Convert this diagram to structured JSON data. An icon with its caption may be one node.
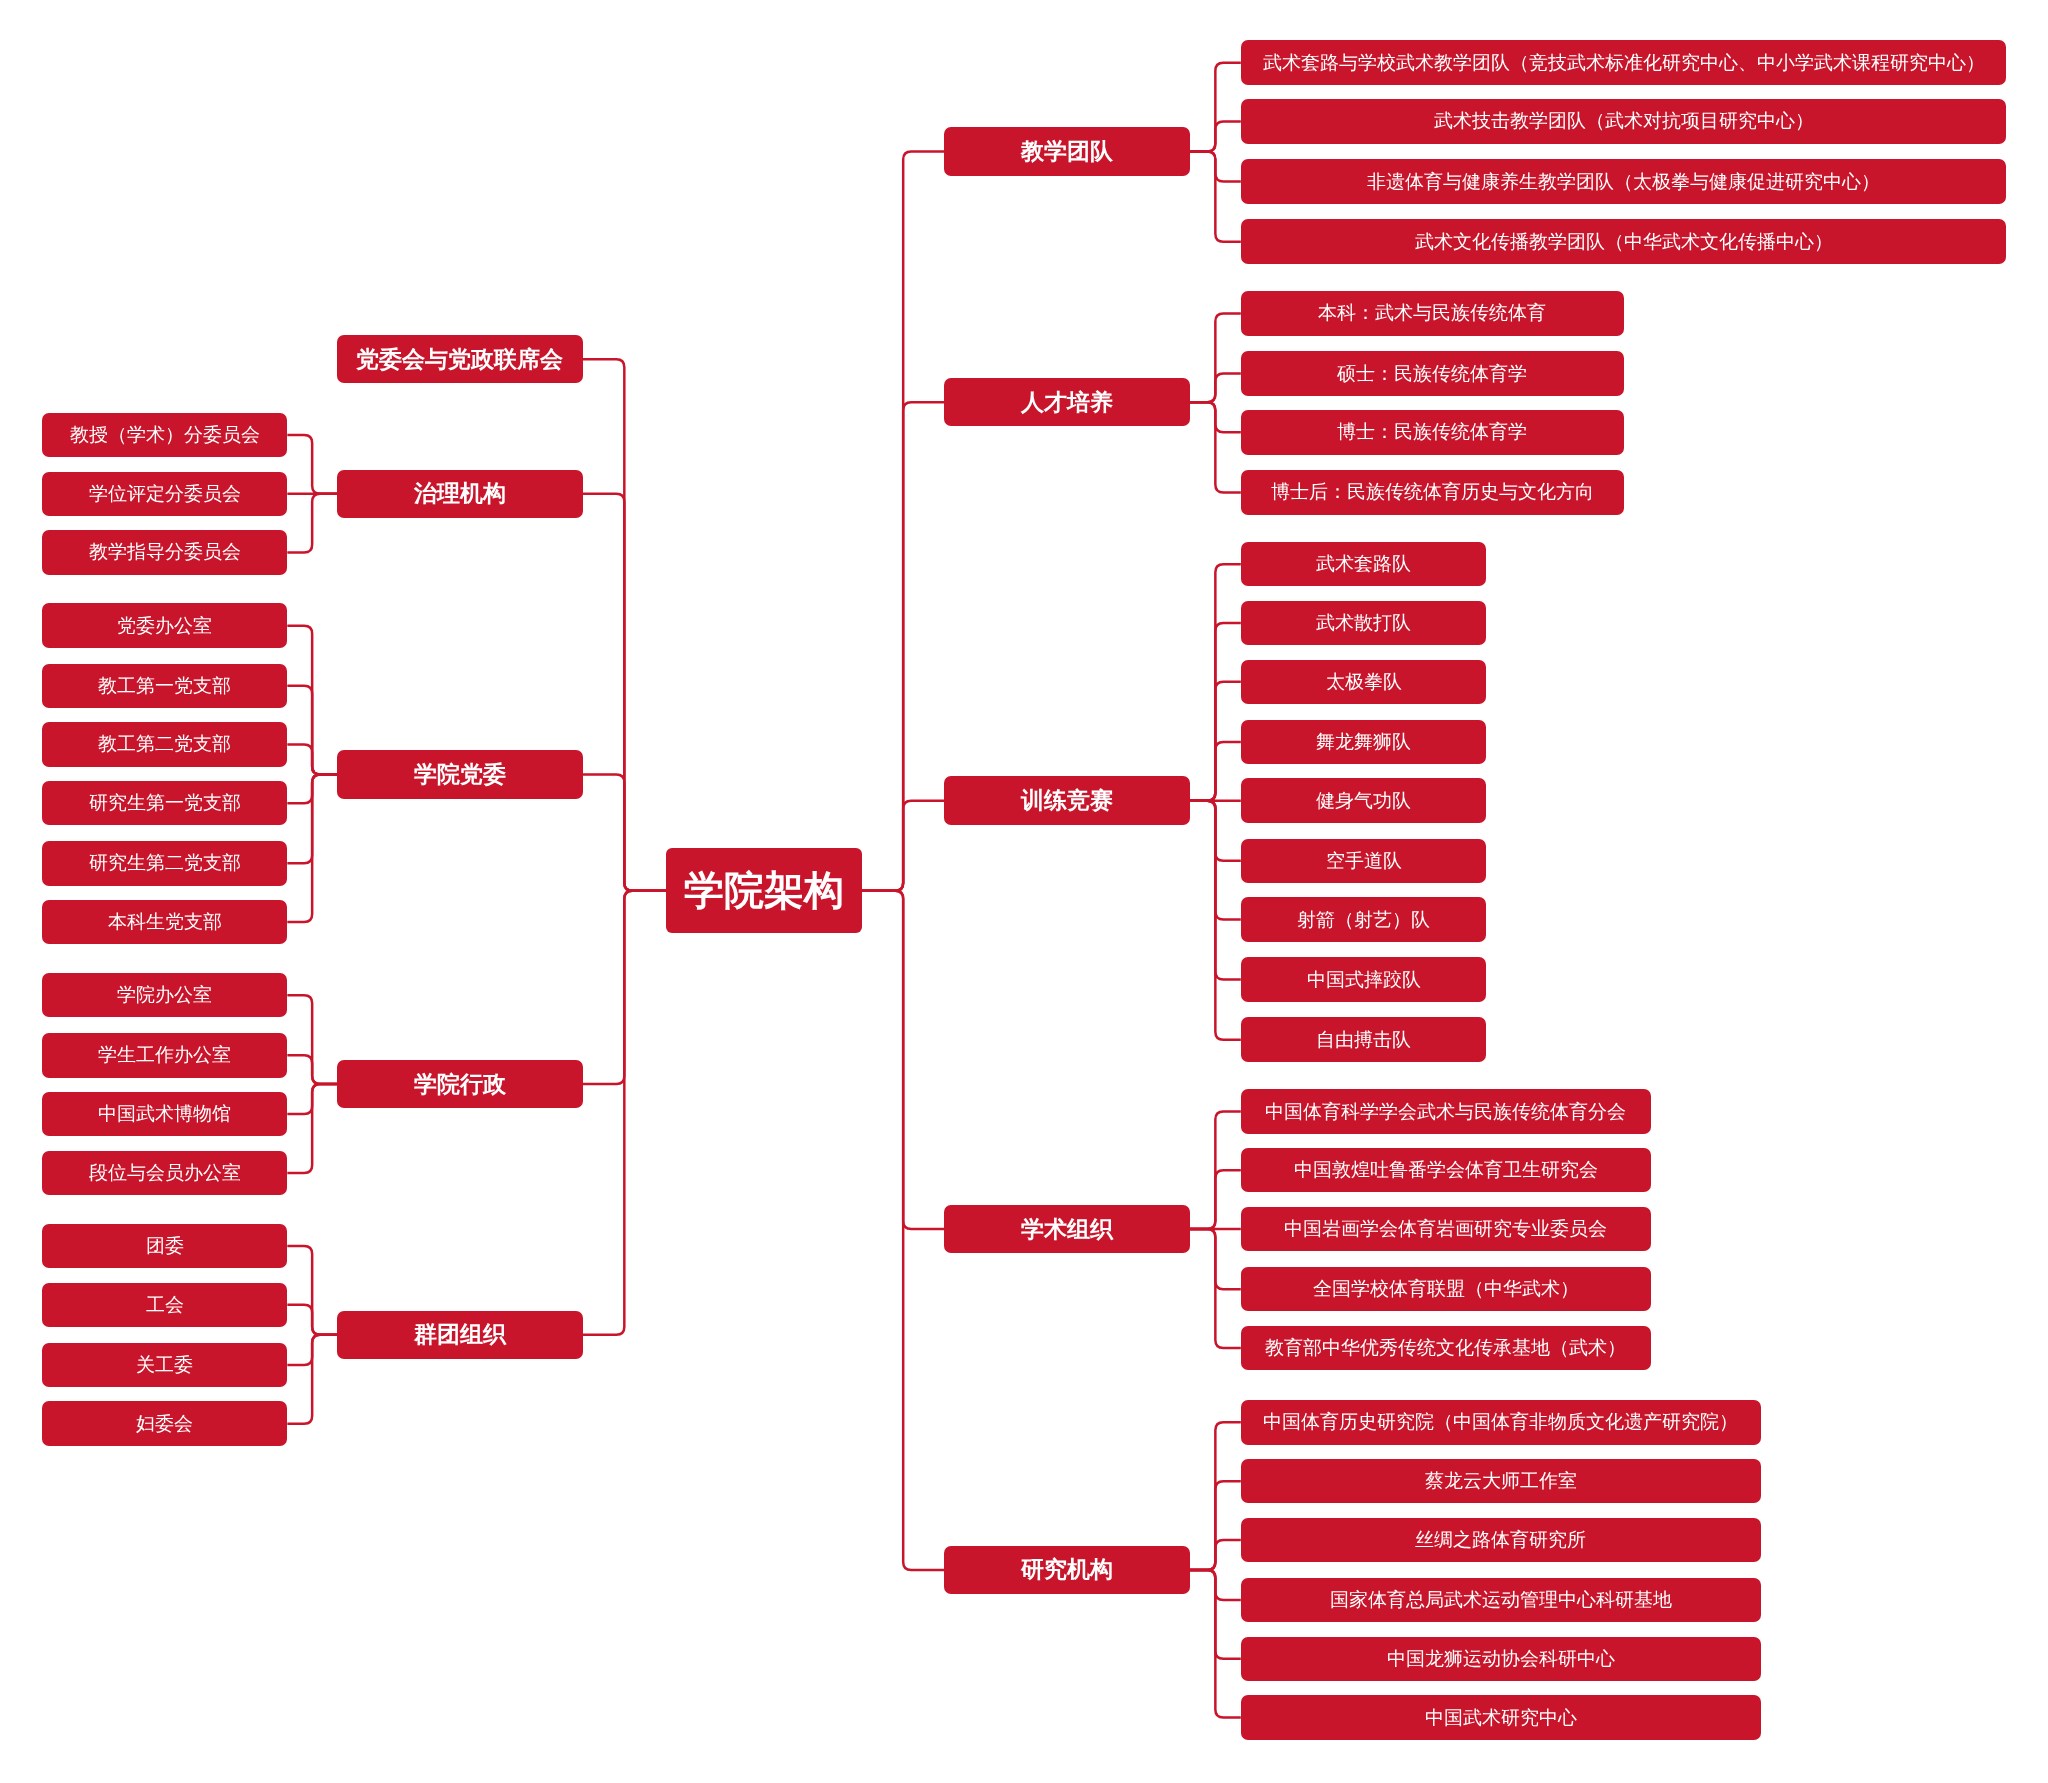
{
  "diagram": {
    "nodes": [
      {
        "text": [
          "学院架构"
        ]
      },
      {
        "text": [
          "党委会与党政联席会"
        ]
      },
      {
        "text": [
          "治理机构"
        ]
      },
      {
        "text": [
          "教授（学术）分委员会"
        ]
      },
      {
        "text": [
          "学位评定分委员会"
        ]
      },
      {
        "text": [
          "教学指导分委员会"
        ]
      },
      {
        "text": [
          "学院党委"
        ]
      },
      {
        "text": [
          "党委办公室"
        ]
      },
      {
        "text": [
          "教工第一党支部"
        ]
      },
      {
        "text": [
          "教工第二党支部"
        ]
      },
      {
        "text": [
          "研究生第一党支部"
        ]
      },
      {
        "text": [
          "研究生第二党支部"
        ]
      },
      {
        "text": [
          "本科生党支部"
        ]
      },
      {
        "text": [
          "学院行政"
        ]
      },
      {
        "text": [
          "学院办公室"
        ]
      },
      {
        "text": [
          "学生工作办公室"
        ]
      },
      {
        "text": [
          "中国武术博物馆"
        ]
      },
      {
        "text": [
          "段位与会员办公室"
        ]
      },
      {
        "text": [
          "群团组织"
        ]
      },
      {
        "text": [
          "团委"
        ]
      },
      {
        "text": [
          "工会"
        ]
      },
      {
        "text": [
          "关工委"
        ]
      },
      {
        "text": [
          "妇委会"
        ]
      },
      {
        "text": [
          "教学团队"
        ]
      },
      {
        "text": [
          "武术套路与学校武术教学团队（竞技武术标准化研究中心、中小学武术课程研究中心）"
        ]
      },
      {
        "text": [
          "武术技击教学团队（武术对抗项目研究中心）"
        ]
      },
      {
        "text": [
          "非遗体育与健康养生教学团队（太极拳与健康促进研究中心）"
        ]
      },
      {
        "text": [
          "武术文化传播教学团队（中华武术文化传播中心）"
        ]
      },
      {
        "text": [
          "人才培养"
        ]
      },
      {
        "text": [
          "本科：武术与民族传统体育"
        ]
      },
      {
        "text": [
          "硕士：民族传统体育学"
        ]
      },
      {
        "text": [
          "博士：民族传统体育学"
        ]
      },
      {
        "text": [
          "博士后：民族传统体育历史与文化方向"
        ]
      },
      {
        "text": [
          "训练竞赛"
        ]
      },
      {
        "text": [
          "武术套路队"
        ]
      },
      {
        "text": [
          "武术散打队"
        ]
      },
      {
        "text": [
          "太极拳队"
        ]
      },
      {
        "text": [
          "舞龙舞狮队"
        ]
      },
      {
        "text": [
          "健身气功队"
        ]
      },
      {
        "text": [
          "空手道队"
        ]
      },
      {
        "text": [
          "射箭（射艺）队"
        ]
      },
      {
        "text": [
          "中国式摔跤队"
        ]
      },
      {
        "text": [
          "自由搏击队"
        ]
      },
      {
        "text": [
          "学术组织"
        ]
      },
      {
        "text": [
          "中国体育科学学会武术与民族传统体育分会"
        ]
      },
      {
        "text": [
          "中国敦煌吐鲁番学会体育卫生研究会"
        ]
      },
      {
        "text": [
          "中国岩画学会体育岩画研究专业委员会"
        ]
      },
      {
        "text": [
          "全国学校体育联盟（中华武术）"
        ]
      },
      {
        "text": [
          "教育部中华优秀传统文化传承基地（武术）"
        ]
      },
      {
        "text": [
          "研究机构"
        ]
      },
      {
        "text": [
          "中国体育历史研究院（中国体育非物质文化遗产研究院）"
        ]
      },
      {
        "text": [
          "蔡龙云大师工作室"
        ]
      },
      {
        "text": [
          "丝绸之路体育研究所"
        ]
      },
      {
        "text": [
          "国家体育总局武术运动管理中心科研基地"
        ]
      },
      {
        "text": [
          "中国龙狮运动协会科研中心"
        ]
      },
      {
        "text": [
          "中国武术研究中心"
        ]
      }
    ],
    "edges": [
      {
        "from": 0,
        "to": 1,
        "arrow": "none"
      },
      {
        "from": 0,
        "to": 2,
        "arrow": "none"
      },
      {
        "from": 2,
        "to": 3,
        "arrow": "none"
      },
      {
        "from": 2,
        "to": 4,
        "arrow": "none"
      },
      {
        "from": 2,
        "to": 5,
        "arrow": "none"
      },
      {
        "from": 0,
        "to": 6,
        "arrow": "none"
      },
      {
        "from": 6,
        "to": 7,
        "arrow": "none"
      },
      {
        "from": 6,
        "to": 8,
        "arrow": "none"
      },
      {
        "from": 6,
        "to": 9,
        "arrow": "none"
      },
      {
        "from": 6,
        "to": 10,
        "arrow": "none"
      },
      {
        "from": 6,
        "to": 11,
        "arrow": "none"
      },
      {
        "from": 6,
        "to": 12,
        "arrow": "none"
      },
      {
        "from": 0,
        "to": 13,
        "arrow": "none"
      },
      {
        "from": 13,
        "to": 14,
        "arrow": "none"
      },
      {
        "from": 13,
        "to": 15,
        "arrow": "none"
      },
      {
        "from": 13,
        "to": 16,
        "arrow": "none"
      },
      {
        "from": 13,
        "to": 17,
        "arrow": "none"
      },
      {
        "from": 0,
        "to": 18,
        "arrow": "none"
      },
      {
        "from": 18,
        "to": 19,
        "arrow": "none"
      },
      {
        "from": 18,
        "to": 20,
        "arrow": "none"
      },
      {
        "from": 18,
        "to": 21,
        "arrow": "none"
      },
      {
        "from": 18,
        "to": 22,
        "arrow": "none"
      },
      {
        "from": 0,
        "to": 23,
        "arrow": "none"
      },
      {
        "from": 23,
        "to": 24,
        "arrow": "none"
      },
      {
        "from": 23,
        "to": 25,
        "arrow": "none"
      },
      {
        "from": 23,
        "to": 26,
        "arrow": "none"
      },
      {
        "from": 23,
        "to": 27,
        "arrow": "none"
      },
      {
        "from": 0,
        "to": 28,
        "arrow": "none"
      },
      {
        "from": 28,
        "to": 29,
        "arrow": "none"
      },
      {
        "from": 28,
        "to": 30,
        "arrow": "none"
      },
      {
        "from": 28,
        "to": 31,
        "arrow": "none"
      },
      {
        "from": 28,
        "to": 32,
        "arrow": "none"
      },
      {
        "from": 0,
        "to": 33,
        "arrow": "none"
      },
      {
        "from": 33,
        "to": 34,
        "arrow": "none"
      },
      {
        "from": 33,
        "to": 35,
        "arrow": "none"
      },
      {
        "from": 33,
        "to": 36,
        "arrow": "none"
      },
      {
        "from": 33,
        "to": 37,
        "arrow": "none"
      },
      {
        "from": 33,
        "to": 38,
        "arrow": "none"
      },
      {
        "from": 33,
        "to": 39,
        "arrow": "none"
      },
      {
        "from": 33,
        "to": 40,
        "arrow": "none"
      },
      {
        "from": 33,
        "to": 41,
        "arrow": "none"
      },
      {
        "from": 33,
        "to": 42,
        "arrow": "none"
      },
      {
        "from": 0,
        "to": 43,
        "arrow": "none"
      },
      {
        "from": 43,
        "to": 44,
        "arrow": "none"
      },
      {
        "from": 43,
        "to": 45,
        "arrow": "none"
      },
      {
        "from": 43,
        "to": 46,
        "arrow": "none"
      },
      {
        "from": 43,
        "to": 47,
        "arrow": "none"
      },
      {
        "from": 43,
        "to": 48,
        "arrow": "none"
      },
      {
        "from": 0,
        "to": 49,
        "arrow": "none"
      },
      {
        "from": 49,
        "to": 50,
        "arrow": "none"
      },
      {
        "from": 49,
        "to": 51,
        "arrow": "none"
      },
      {
        "from": 49,
        "to": 52,
        "arrow": "none"
      },
      {
        "from": 49,
        "to": 53,
        "arrow": "none"
      },
      {
        "from": 49,
        "to": 54,
        "arrow": "none"
      },
      {
        "from": 49,
        "to": 55,
        "arrow": "none"
      }
    ]
  }
}
